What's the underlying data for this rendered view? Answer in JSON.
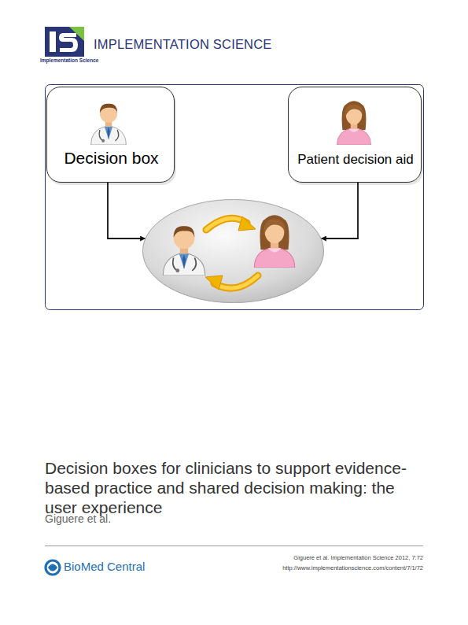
{
  "diagram": {
    "title": "Decision boxes for clinicians to support evidence-based practice and shared decision making: the user experience",
    "nodes": [
      {
        "text": [
          "Decision box"
        ]
      },
      {
        "text": [
          "Patient decision aid"
        ]
      },
      {
        "text": []
      }
    ],
    "edges": [
      {
        "from": 0,
        "to": 2,
        "arrow": "to"
      },
      {
        "from": 1,
        "to": 2,
        "arrow": "to"
      }
    ],
    "labels": [
      "Implementation Science",
      "IMPLEMENTATION SCIENCE",
      "Giguere et al.",
      "BioMed Central",
      "Giguere et al. Implementation Science 2012, 7:72",
      "http://www.implementationscience.com/content/7/1/72"
    ]
  }
}
